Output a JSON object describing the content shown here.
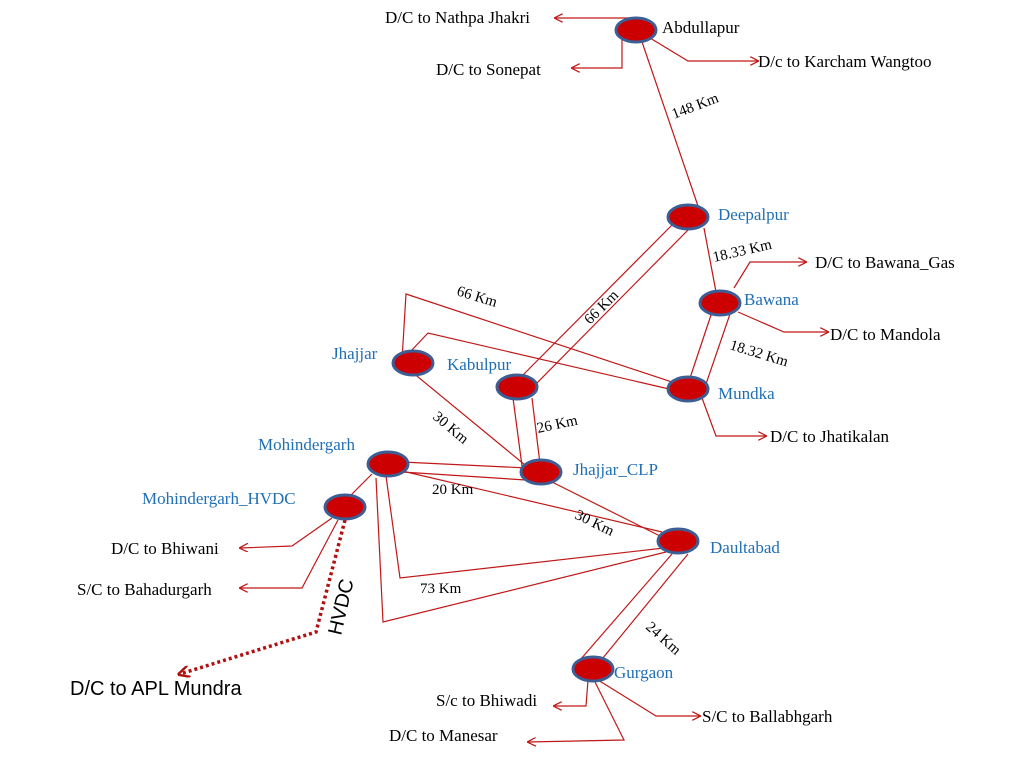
{
  "colors": {
    "node_fill": "#cc0000",
    "node_stroke": "#3d5e94",
    "line": "#c01818",
    "node_label": "#1f6fb5",
    "feeder_label": "#000000"
  },
  "nodes": {
    "abdullapur": "Abdullapur",
    "deepalpur": "Deepalpur",
    "bawana": "Bawana",
    "mundka": "Mundka",
    "jhajjar": "Jhajjar",
    "kabulpur": "Kabulpur",
    "jhajjar_clp": "Jhajjar_CLP",
    "mohindergarh": "Mohindergarh",
    "mohindergarh_hvdc": "Mohindergarh_HVDC",
    "daultabad": "Daultabad",
    "gurgaon": "Gurgaon"
  },
  "feeders": {
    "nathpa_jhakri": "D/C to Nathpa Jhakri",
    "sonepat": "D/C to Sonepat",
    "karcham_wangtoo": "D/c to Karcham Wangtoo",
    "bawana_gas": "D/C to Bawana_Gas",
    "mandola": "D/C to Mandola",
    "jhatikalan": "D/C to Jhatikalan",
    "bhiwani": "D/C to Bhiwani",
    "bahadurgarh": "S/C to Bahadurgarh",
    "bhiwadi": "S/c to Bhiwadi",
    "ballabhgarh": "S/C to Ballabhgarh",
    "manesar": "D/C to Manesar",
    "apl_mundra": "D/C to APL Mundra"
  },
  "distances": {
    "abdullapur_deepalpur": "148 Km",
    "deepalpur_bawana": "18.33 Km",
    "jhajjar_mundka": "66 Km",
    "kabulpur_deepalpur": "66 Km",
    "bawana_mundka": "18.32 Km",
    "jhajjar_clp": "30 Km",
    "kabulpur_clp": "26 Km",
    "mohindergarh_clp": "20 Km",
    "clp_daultabad": "30 Km",
    "mohindergarh_daultabad": "73 Km",
    "daultabad_gurgaon": "24 Km"
  },
  "hvdc_label": "HVDC"
}
